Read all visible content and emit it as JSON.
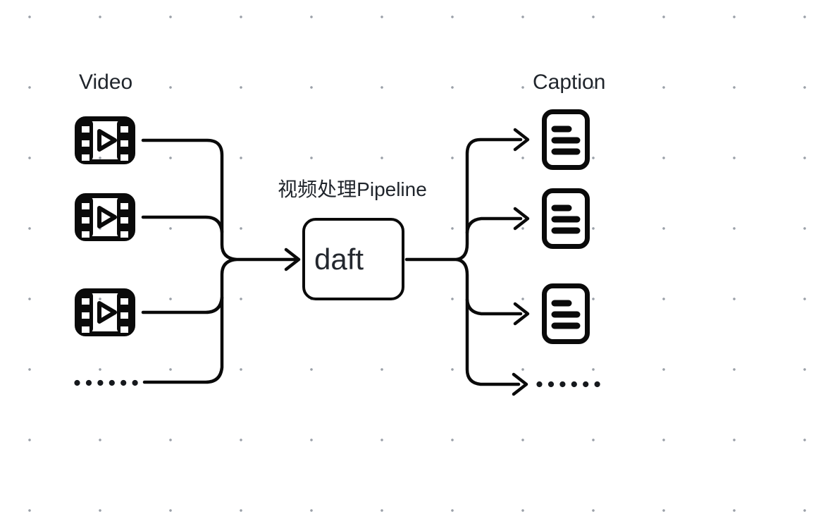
{
  "diagram": {
    "canvas": {
      "background_color": "#ffffff",
      "grid_dot_color": "#9aa0a8"
    },
    "stroke_color": "#0a0a0a",
    "text_color": "#1f242b",
    "video_group": {
      "label": "Video",
      "icon": "film-play-icon",
      "item_count": 3,
      "more_indicator_icon": "ellipsis-dots-icon"
    },
    "caption_group": {
      "label": "Caption",
      "icon": "document-text-icon",
      "item_count": 3,
      "more_indicator_icon": "ellipsis-dots-icon"
    },
    "pipeline": {
      "label": "视频处理Pipeline",
      "box_text": "daft"
    }
  }
}
